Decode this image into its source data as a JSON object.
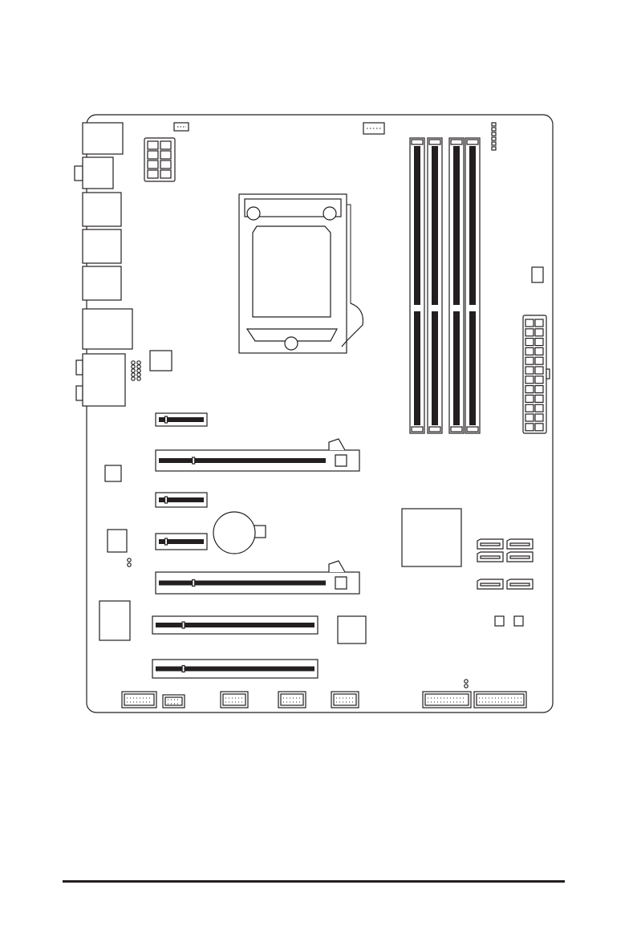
{
  "diagram": {
    "type": "motherboard-layout",
    "colors": {
      "line": "#231f20",
      "background": "#ffffff"
    },
    "components": {
      "memory_slots": 4,
      "pcie_x16_slots": 2,
      "pcie_x1_slots": 3,
      "pci_slots": 2,
      "sata_ports": 6,
      "fan_headers": 4,
      "usb_headers": 3
    }
  }
}
